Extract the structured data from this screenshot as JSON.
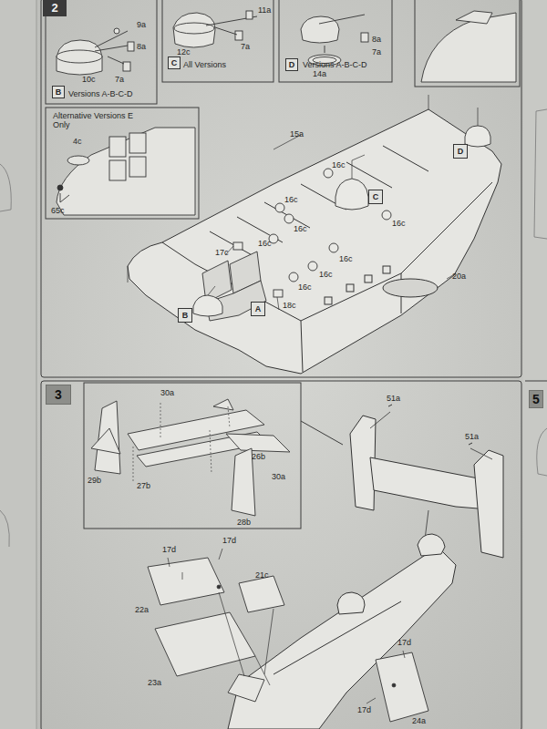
{
  "diagram": {
    "nodes": [
      {
        "text": [
          "2"
        ]
      },
      {
        "text": [
          "B"
        ]
      },
      {
        "text": [
          "C"
        ]
      },
      {
        "text": [
          "D"
        ]
      },
      {
        "text": [
          "D"
        ]
      },
      {
        "text": [
          "C"
        ]
      },
      {
        "text": [
          "A"
        ]
      },
      {
        "text": [
          "B"
        ]
      },
      {
        "text": [
          "3"
        ]
      },
      {
        "text": [
          "5"
        ]
      }
    ],
    "labels": [
      "9a",
      "8a",
      "10c",
      "7a",
      "Versions A-B-C-D",
      "11a",
      "12c",
      "7a",
      "All Versions",
      "8a",
      "7a",
      "14a",
      "Versions A-B-C-D",
      "Alternative Versions E Only",
      "4c",
      "65c",
      "15a",
      "16c",
      "16c",
      "16c",
      "16c",
      "16c",
      "16c",
      "16c",
      "16c",
      "17c",
      "18c",
      "20a",
      "30a",
      "29b",
      "26b",
      "30a",
      "27b",
      "28b",
      "51a",
      "51a",
      "17d",
      "17d",
      "21c",
      "22a",
      "23a",
      "17d",
      "17d",
      "24a"
    ]
  }
}
